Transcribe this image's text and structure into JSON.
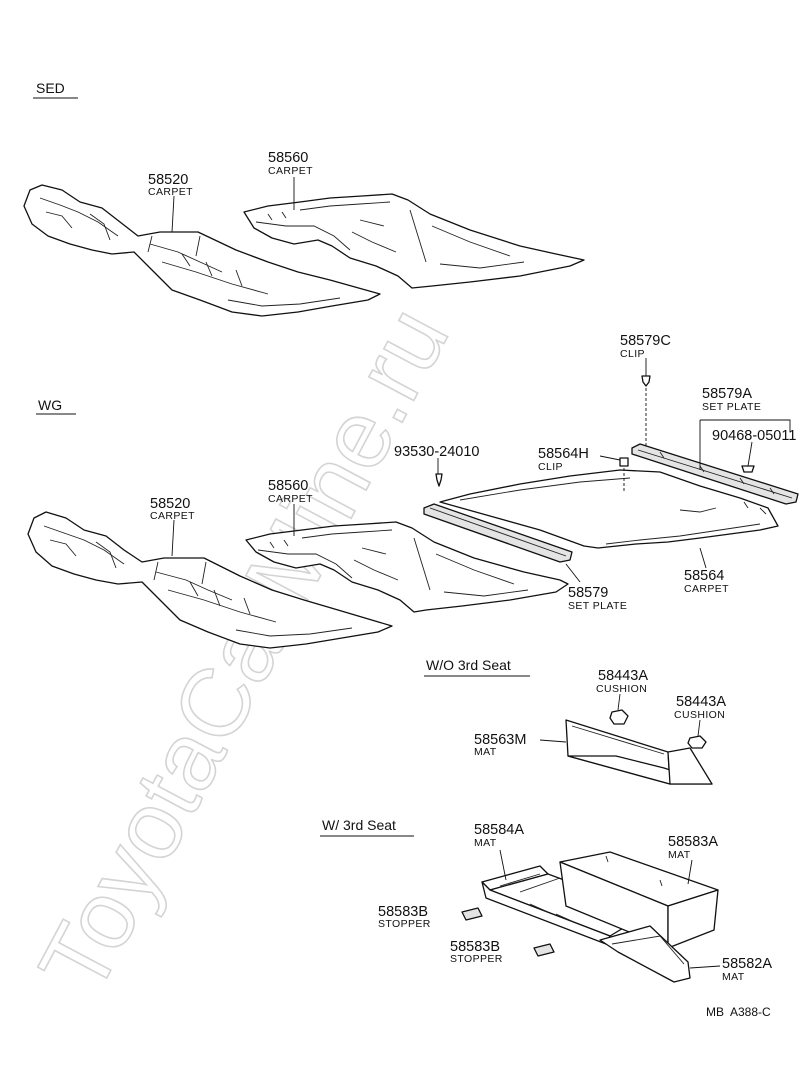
{
  "watermark": "ToyotaCarMine.ru",
  "sections": {
    "sed": "SED",
    "wg": "WG",
    "wo_3rd_seat": "W/O 3rd Seat",
    "w_3rd_seat": "W/ 3rd Seat"
  },
  "labels": {
    "sed_58560": {
      "pn": "58560",
      "desc": "CARPET"
    },
    "sed_58520": {
      "pn": "58520",
      "desc": "CARPET"
    },
    "wg_58579c": {
      "pn": "58579C",
      "desc": "CLIP"
    },
    "wg_58579a": {
      "pn": "58579A",
      "desc": "SET PLATE"
    },
    "wg_90468": {
      "pn": "90468-05011"
    },
    "wg_93530": {
      "pn": "93530-24010"
    },
    "wg_58564h": {
      "pn": "58564H",
      "desc": "CLIP"
    },
    "wg_58520": {
      "pn": "58520",
      "desc": "CARPET"
    },
    "wg_58560": {
      "pn": "58560",
      "desc": "CARPET"
    },
    "wg_58579": {
      "pn": "58579",
      "desc": "SET PLATE"
    },
    "wg_58564": {
      "pn": "58564",
      "desc": "CARPET"
    },
    "wo_58443a_1": {
      "pn": "58443A",
      "desc": "CUSHION"
    },
    "wo_58443a_2": {
      "pn": "58443A",
      "desc": "CUSHION"
    },
    "wo_58563m": {
      "pn": "58563M",
      "desc": "MAT"
    },
    "w_58584a": {
      "pn": "58584A",
      "desc": "MAT"
    },
    "w_58583a": {
      "pn": "58583A",
      "desc": "MAT"
    },
    "w_58583b_1": {
      "pn": "58583B",
      "desc": "STOPPER"
    },
    "w_58583b_2": {
      "pn": "58583B",
      "desc": "STOPPER"
    },
    "w_58582a": {
      "pn": "58582A",
      "desc": "MAT"
    }
  },
  "footer_code": "MB  A388-C"
}
